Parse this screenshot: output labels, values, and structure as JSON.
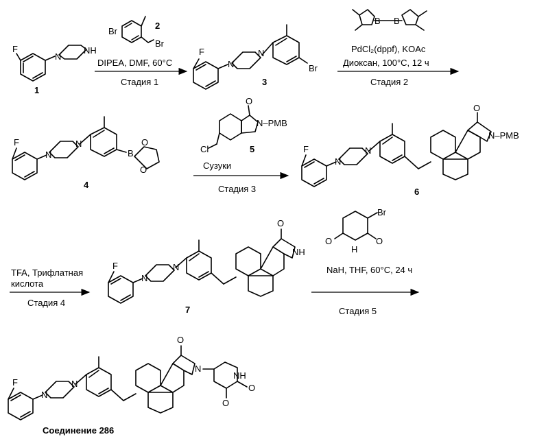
{
  "labels": {
    "atom_F": "F",
    "atom_N": "N",
    "atom_NH": "NH",
    "atom_H": "H",
    "atom_Br": "Br",
    "atom_B": "B",
    "atom_O": "O",
    "atom_Cl": "Cl",
    "atom_PMB": "N–PMB",
    "atom_NPMB2": "N–PMB"
  },
  "compounds": {
    "c1": "1",
    "c2": "2",
    "c3": "3",
    "c4": "4",
    "c5": "5",
    "c6": "6",
    "c7": "7",
    "final": "Соединение 286"
  },
  "steps": {
    "s1_reagents": "DIPEA, DMF, 60°C",
    "s1_label": "Стадия 1",
    "s2_reagents1": "PdCl₂(dppf), KOAc",
    "s2_reagents2": "Диоксан, 100°C, 12 ч",
    "s2_label": "Стадия 2",
    "s3_reagents": "Сузуки",
    "s3_label": "Стадия 3",
    "s4_reagents1": "TFA, Трифлатная",
    "s4_reagents2": "кислота",
    "s4_label": "Стадия 4",
    "s5_reagents": "NaH, THF, 60°C, 24 ч",
    "s5_label": "Стадия 5"
  }
}
